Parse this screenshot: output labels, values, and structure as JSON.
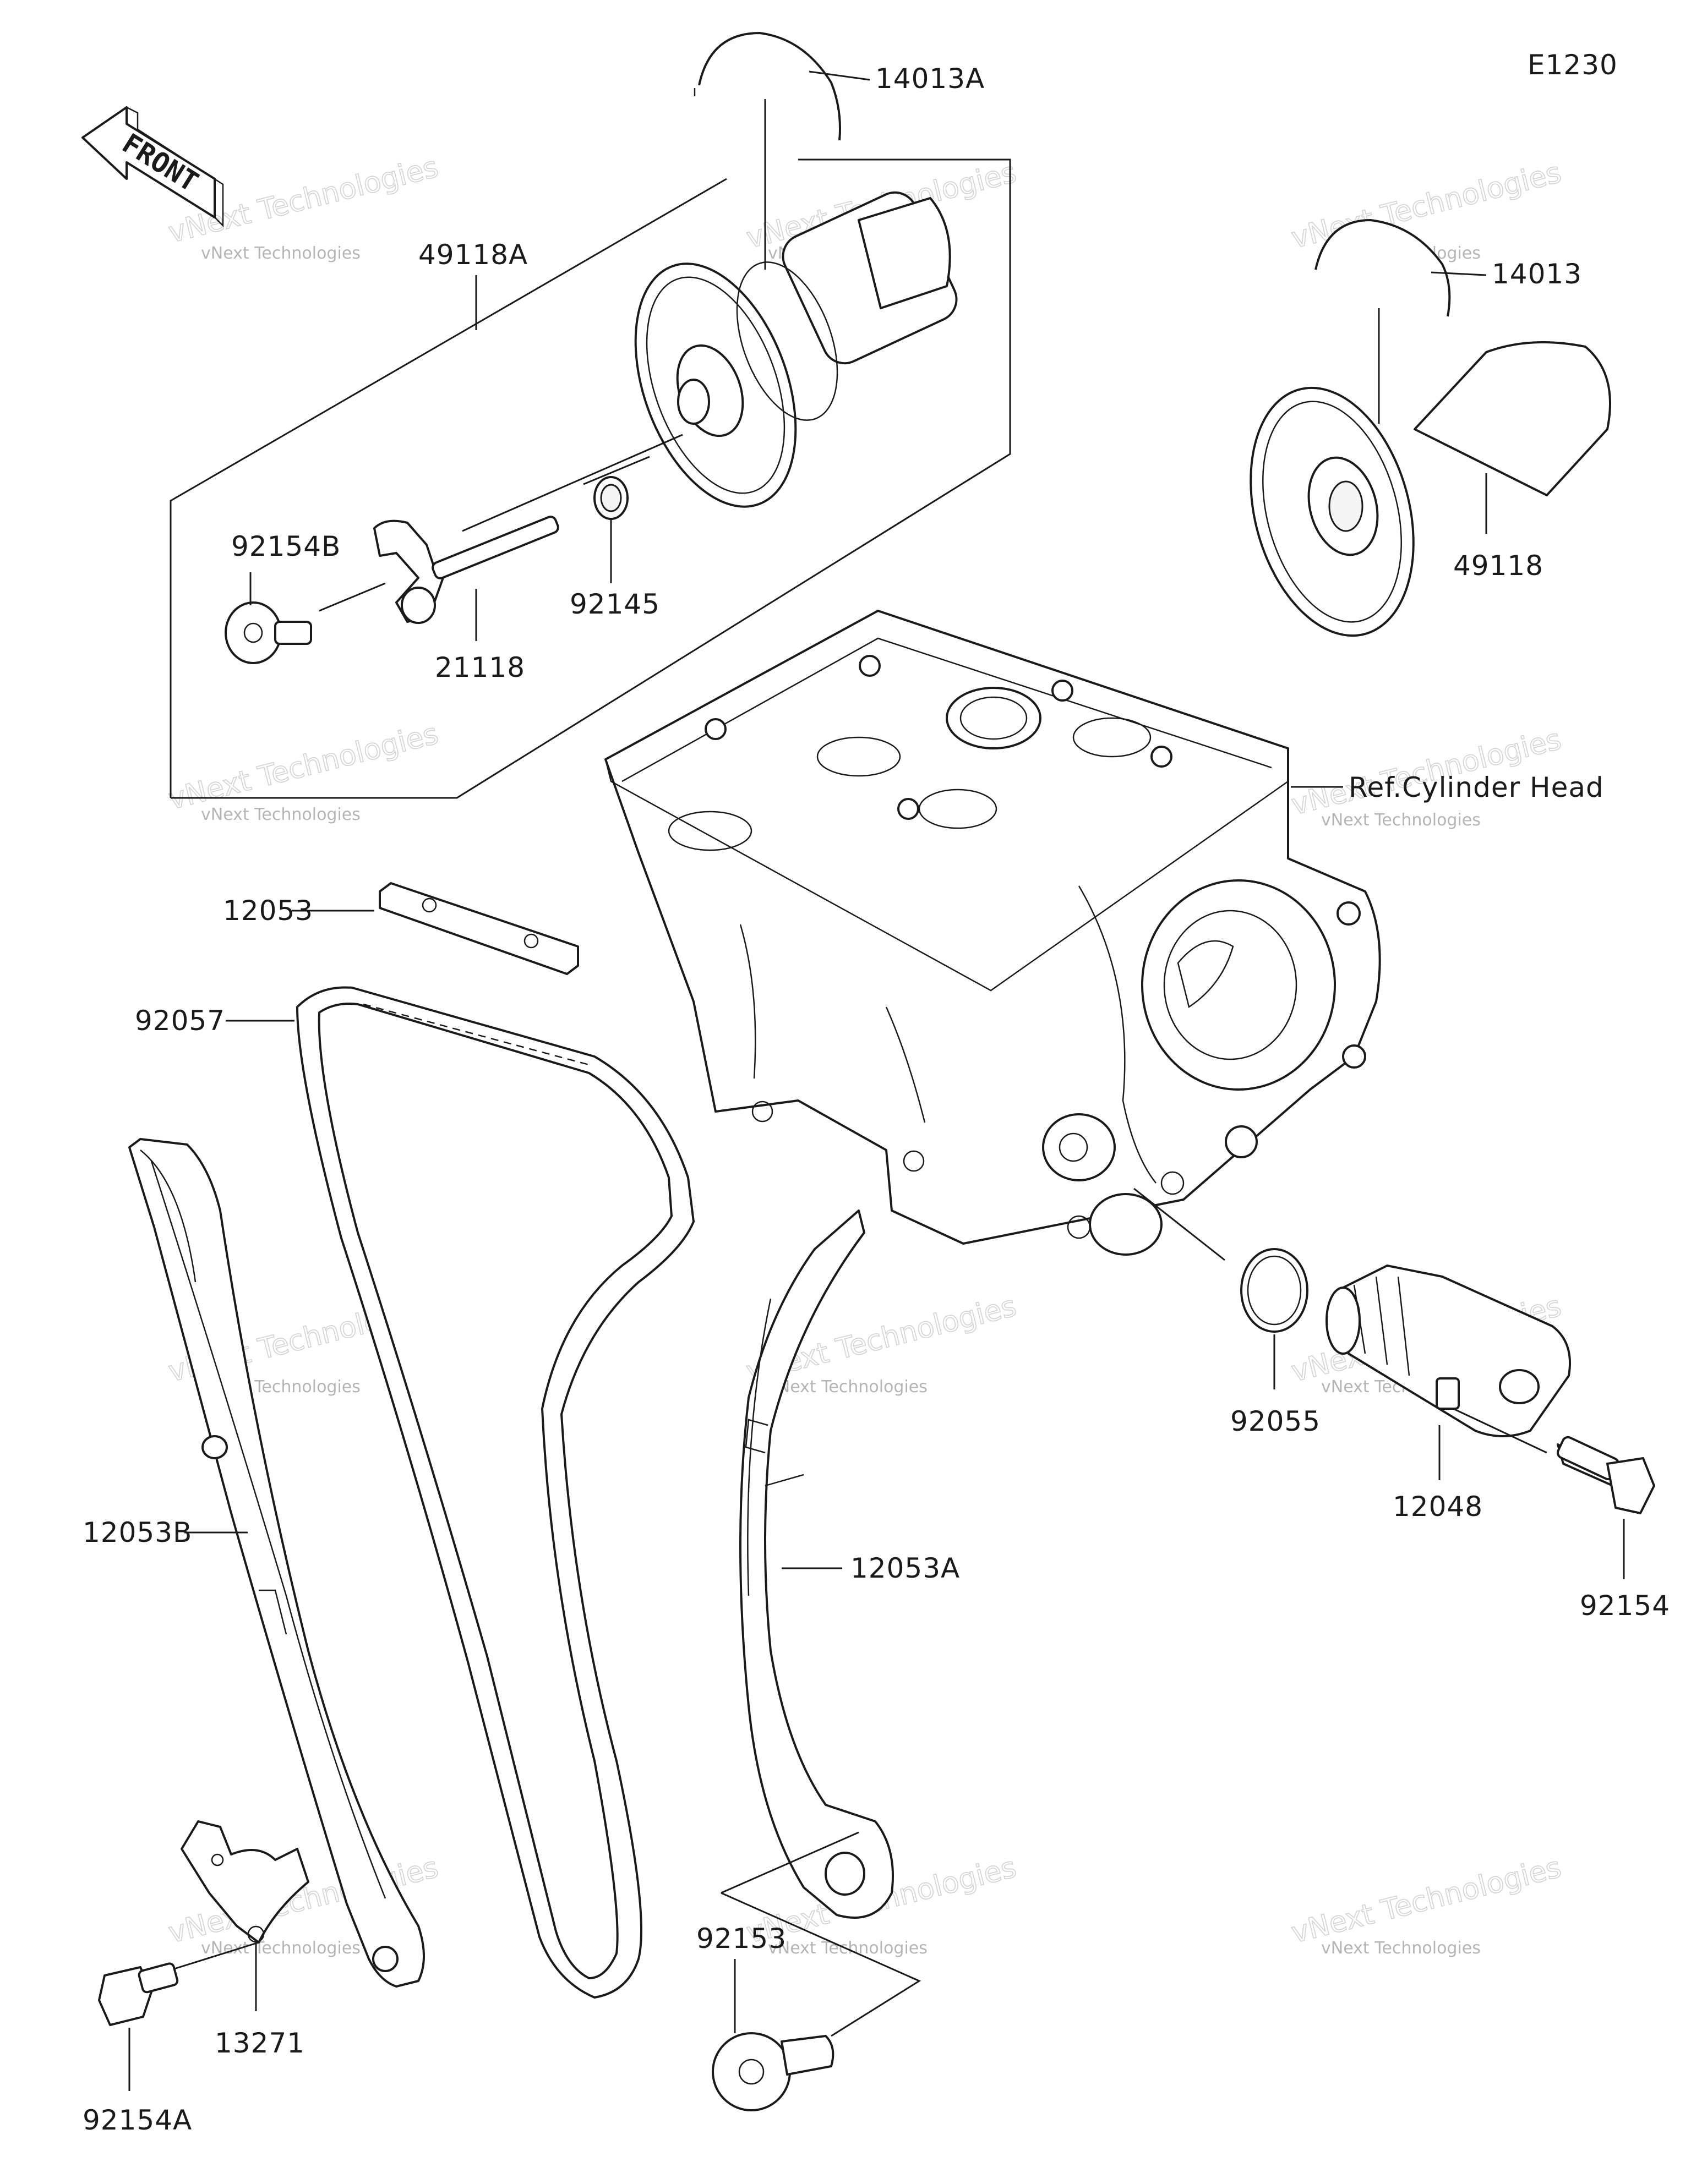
{
  "diagram_code": "E1230",
  "front_arrow_label": "FRONT",
  "labels": {
    "l14013A": "14013A",
    "l49118A": "49118A",
    "l14013": "14013",
    "l92154B": "92154B",
    "l92145": "92145",
    "l21118": "21118",
    "l49118": "49118",
    "lRef": "Ref.Cylinder Head",
    "l12053": "12053",
    "l92057": "92057",
    "l92055": "92055",
    "l12048": "12048",
    "l12053A": "12053A",
    "l92154": "92154",
    "l12053B": "12053B",
    "l92153": "92153",
    "l13271": "13271",
    "l92154A": "92154A"
  },
  "watermark": {
    "small": "vNext Technologies",
    "big": "vNext Technologies"
  }
}
